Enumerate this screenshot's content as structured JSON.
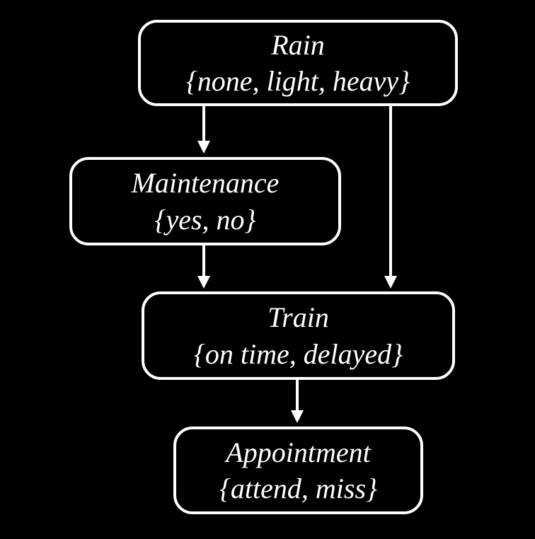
{
  "diagram": {
    "type": "bayesian-network",
    "background_color": "#000000",
    "node_border_color": "#ffffff",
    "text_color": "#ffffff",
    "nodes": [
      {
        "id": "rain",
        "name": "Rain",
        "domain": "{none, light, heavy}"
      },
      {
        "id": "maintenance",
        "name": "Maintenance",
        "domain": "{yes, no}"
      },
      {
        "id": "train",
        "name": "Train",
        "domain": "{on time, delayed}"
      },
      {
        "id": "appointment",
        "name": "Appointment",
        "domain": "{attend, miss}"
      }
    ],
    "edges": [
      {
        "from": "rain",
        "to": "maintenance"
      },
      {
        "from": "rain",
        "to": "train"
      },
      {
        "from": "maintenance",
        "to": "train"
      },
      {
        "from": "train",
        "to": "appointment"
      }
    ]
  }
}
